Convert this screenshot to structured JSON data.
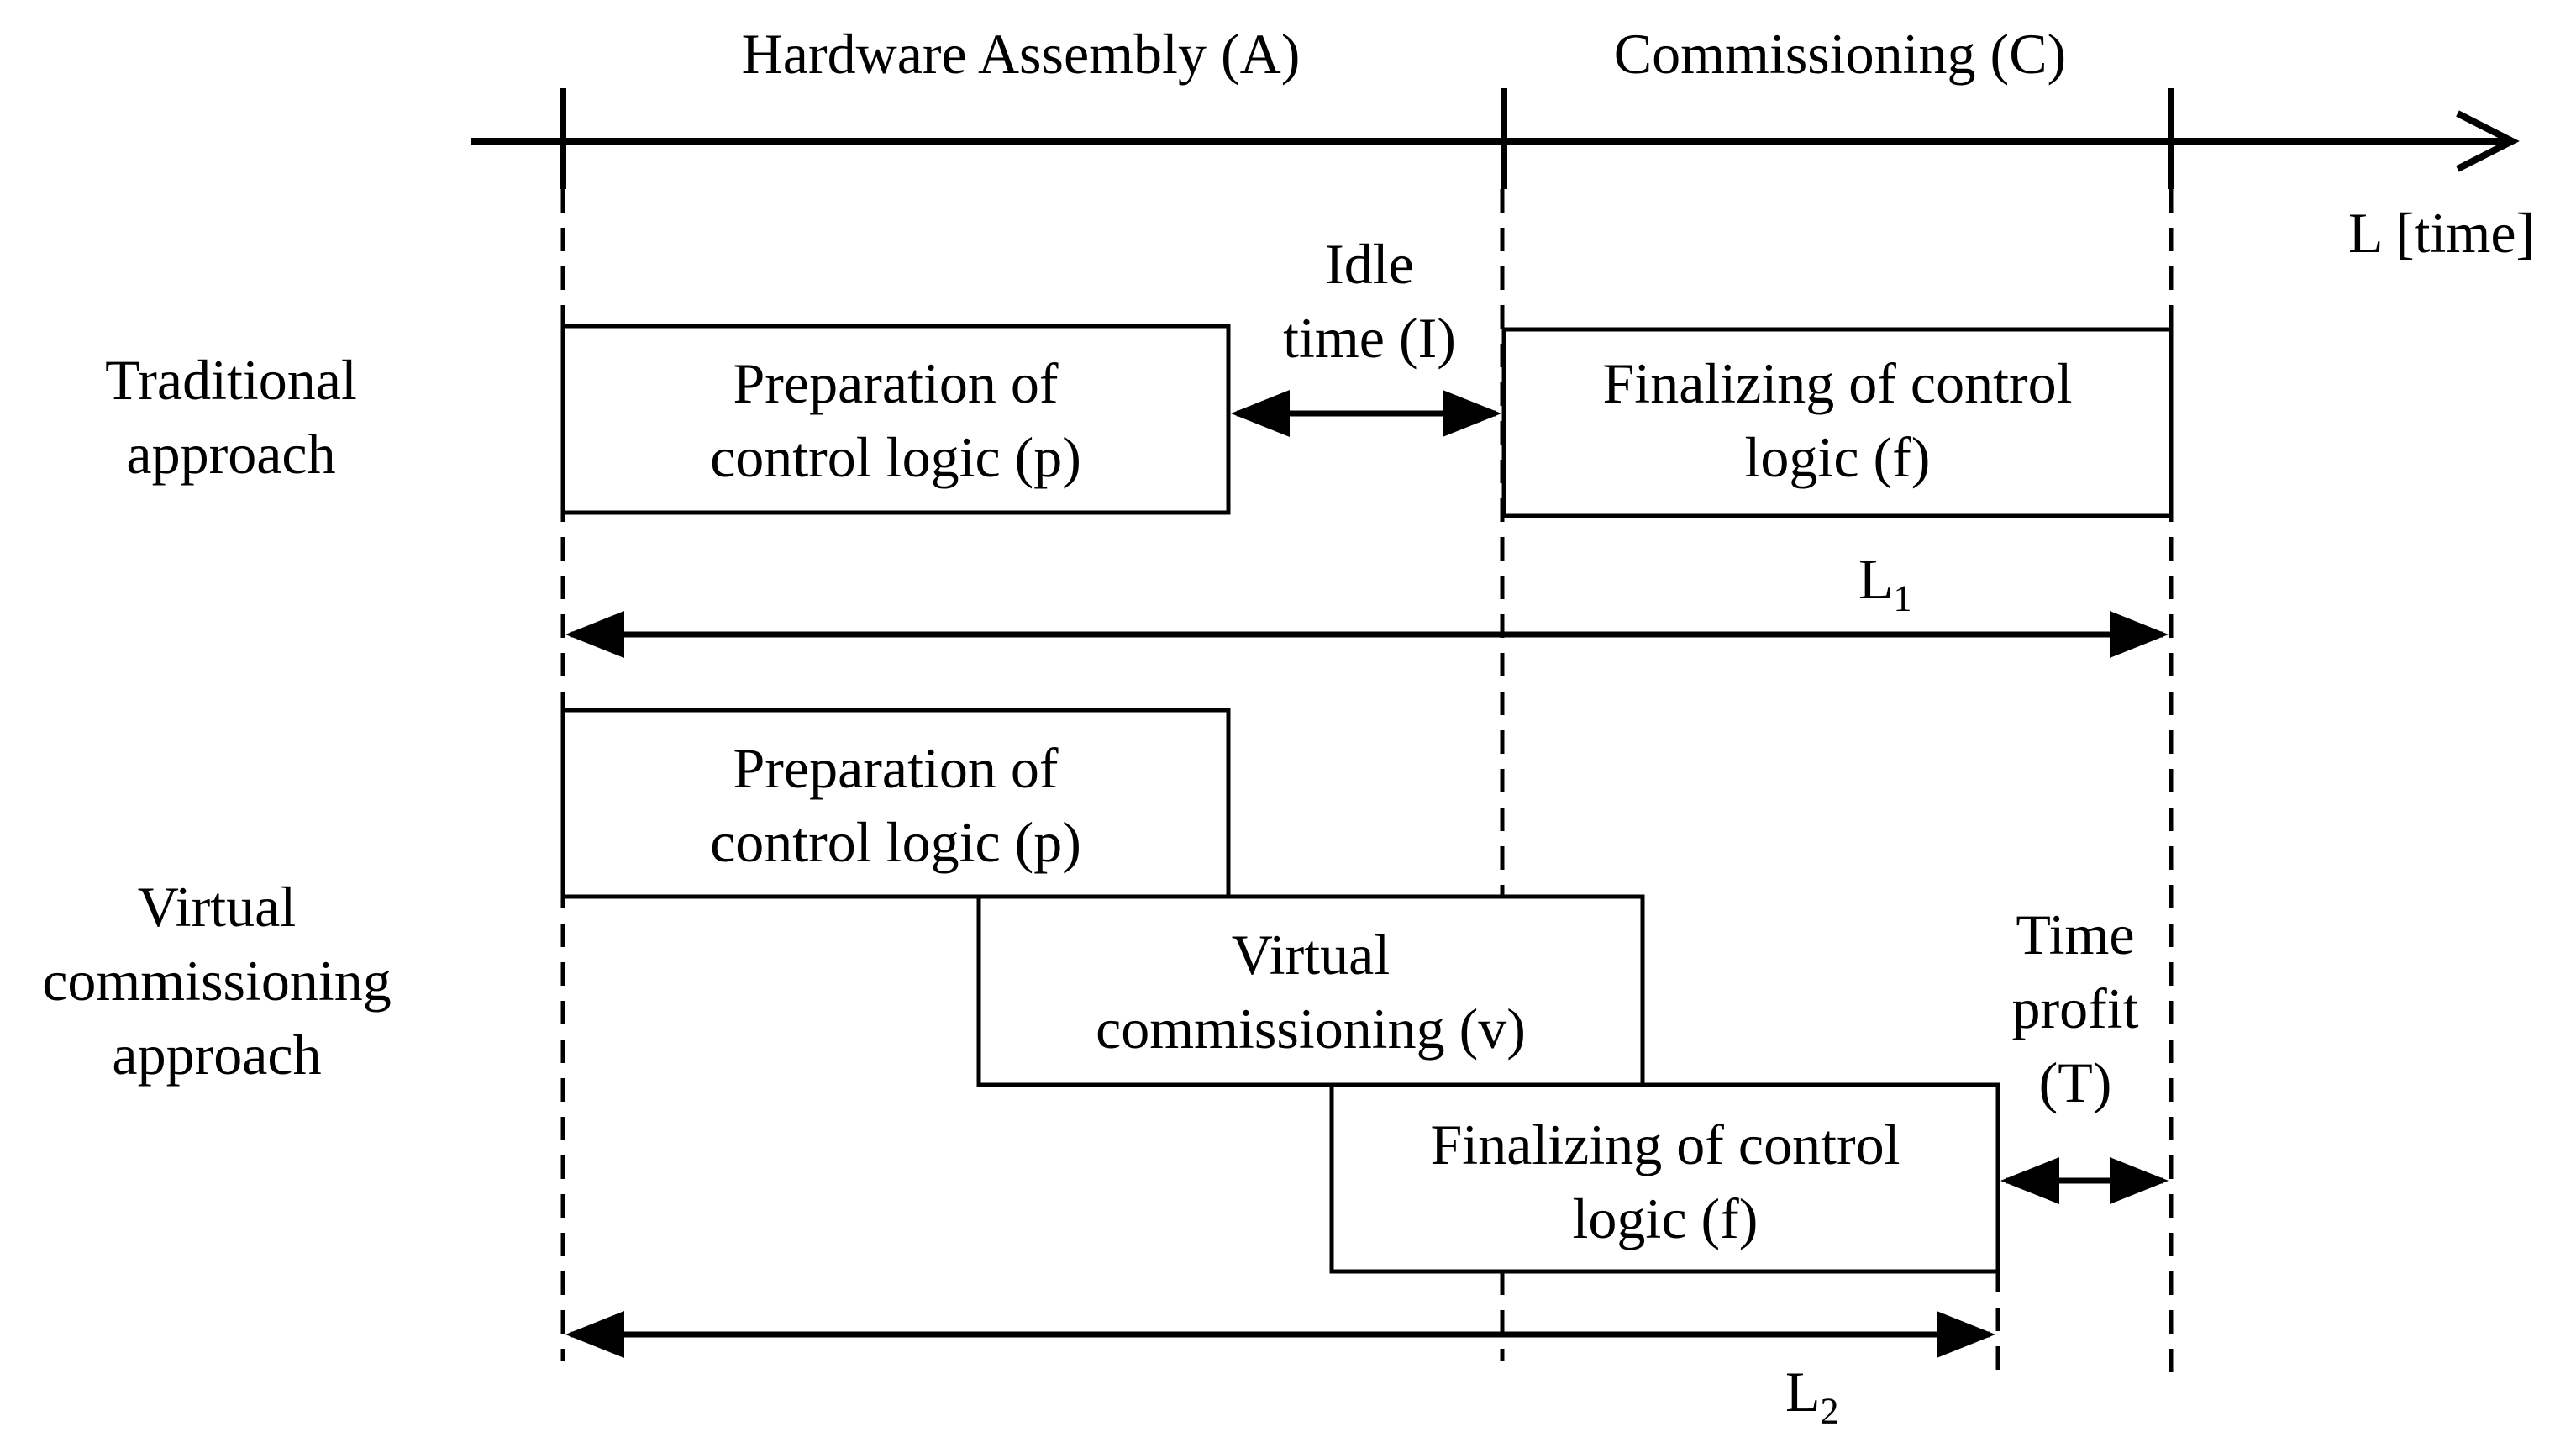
{
  "timeline": {
    "phase_hardware": "Hardware Assembly (A)",
    "phase_commissioning": "Commissioning (C)",
    "axis_label": "L  [time]"
  },
  "rows": {
    "traditional": "Traditional\napproach",
    "virtual": "Virtual\ncommissioning\napproach"
  },
  "traditional": {
    "prep_box": "Preparation of\ncontrol logic (p)",
    "idle_label": "Idle\ntime (I)",
    "final_box": "Finalizing of control\nlogic (f)",
    "length_base": "L",
    "length_sub": "1"
  },
  "virtual": {
    "prep_box": "Preparation of\ncontrol logic (p)",
    "vc_box": "Virtual\ncommissioning (v)",
    "final_box": "Finalizing of control\nlogic (f)",
    "profit_label": "Time\nprofit\n(T)",
    "length_base": "L",
    "length_sub": "2"
  },
  "colors": {
    "line": "#000000",
    "background": "#ffffff"
  }
}
